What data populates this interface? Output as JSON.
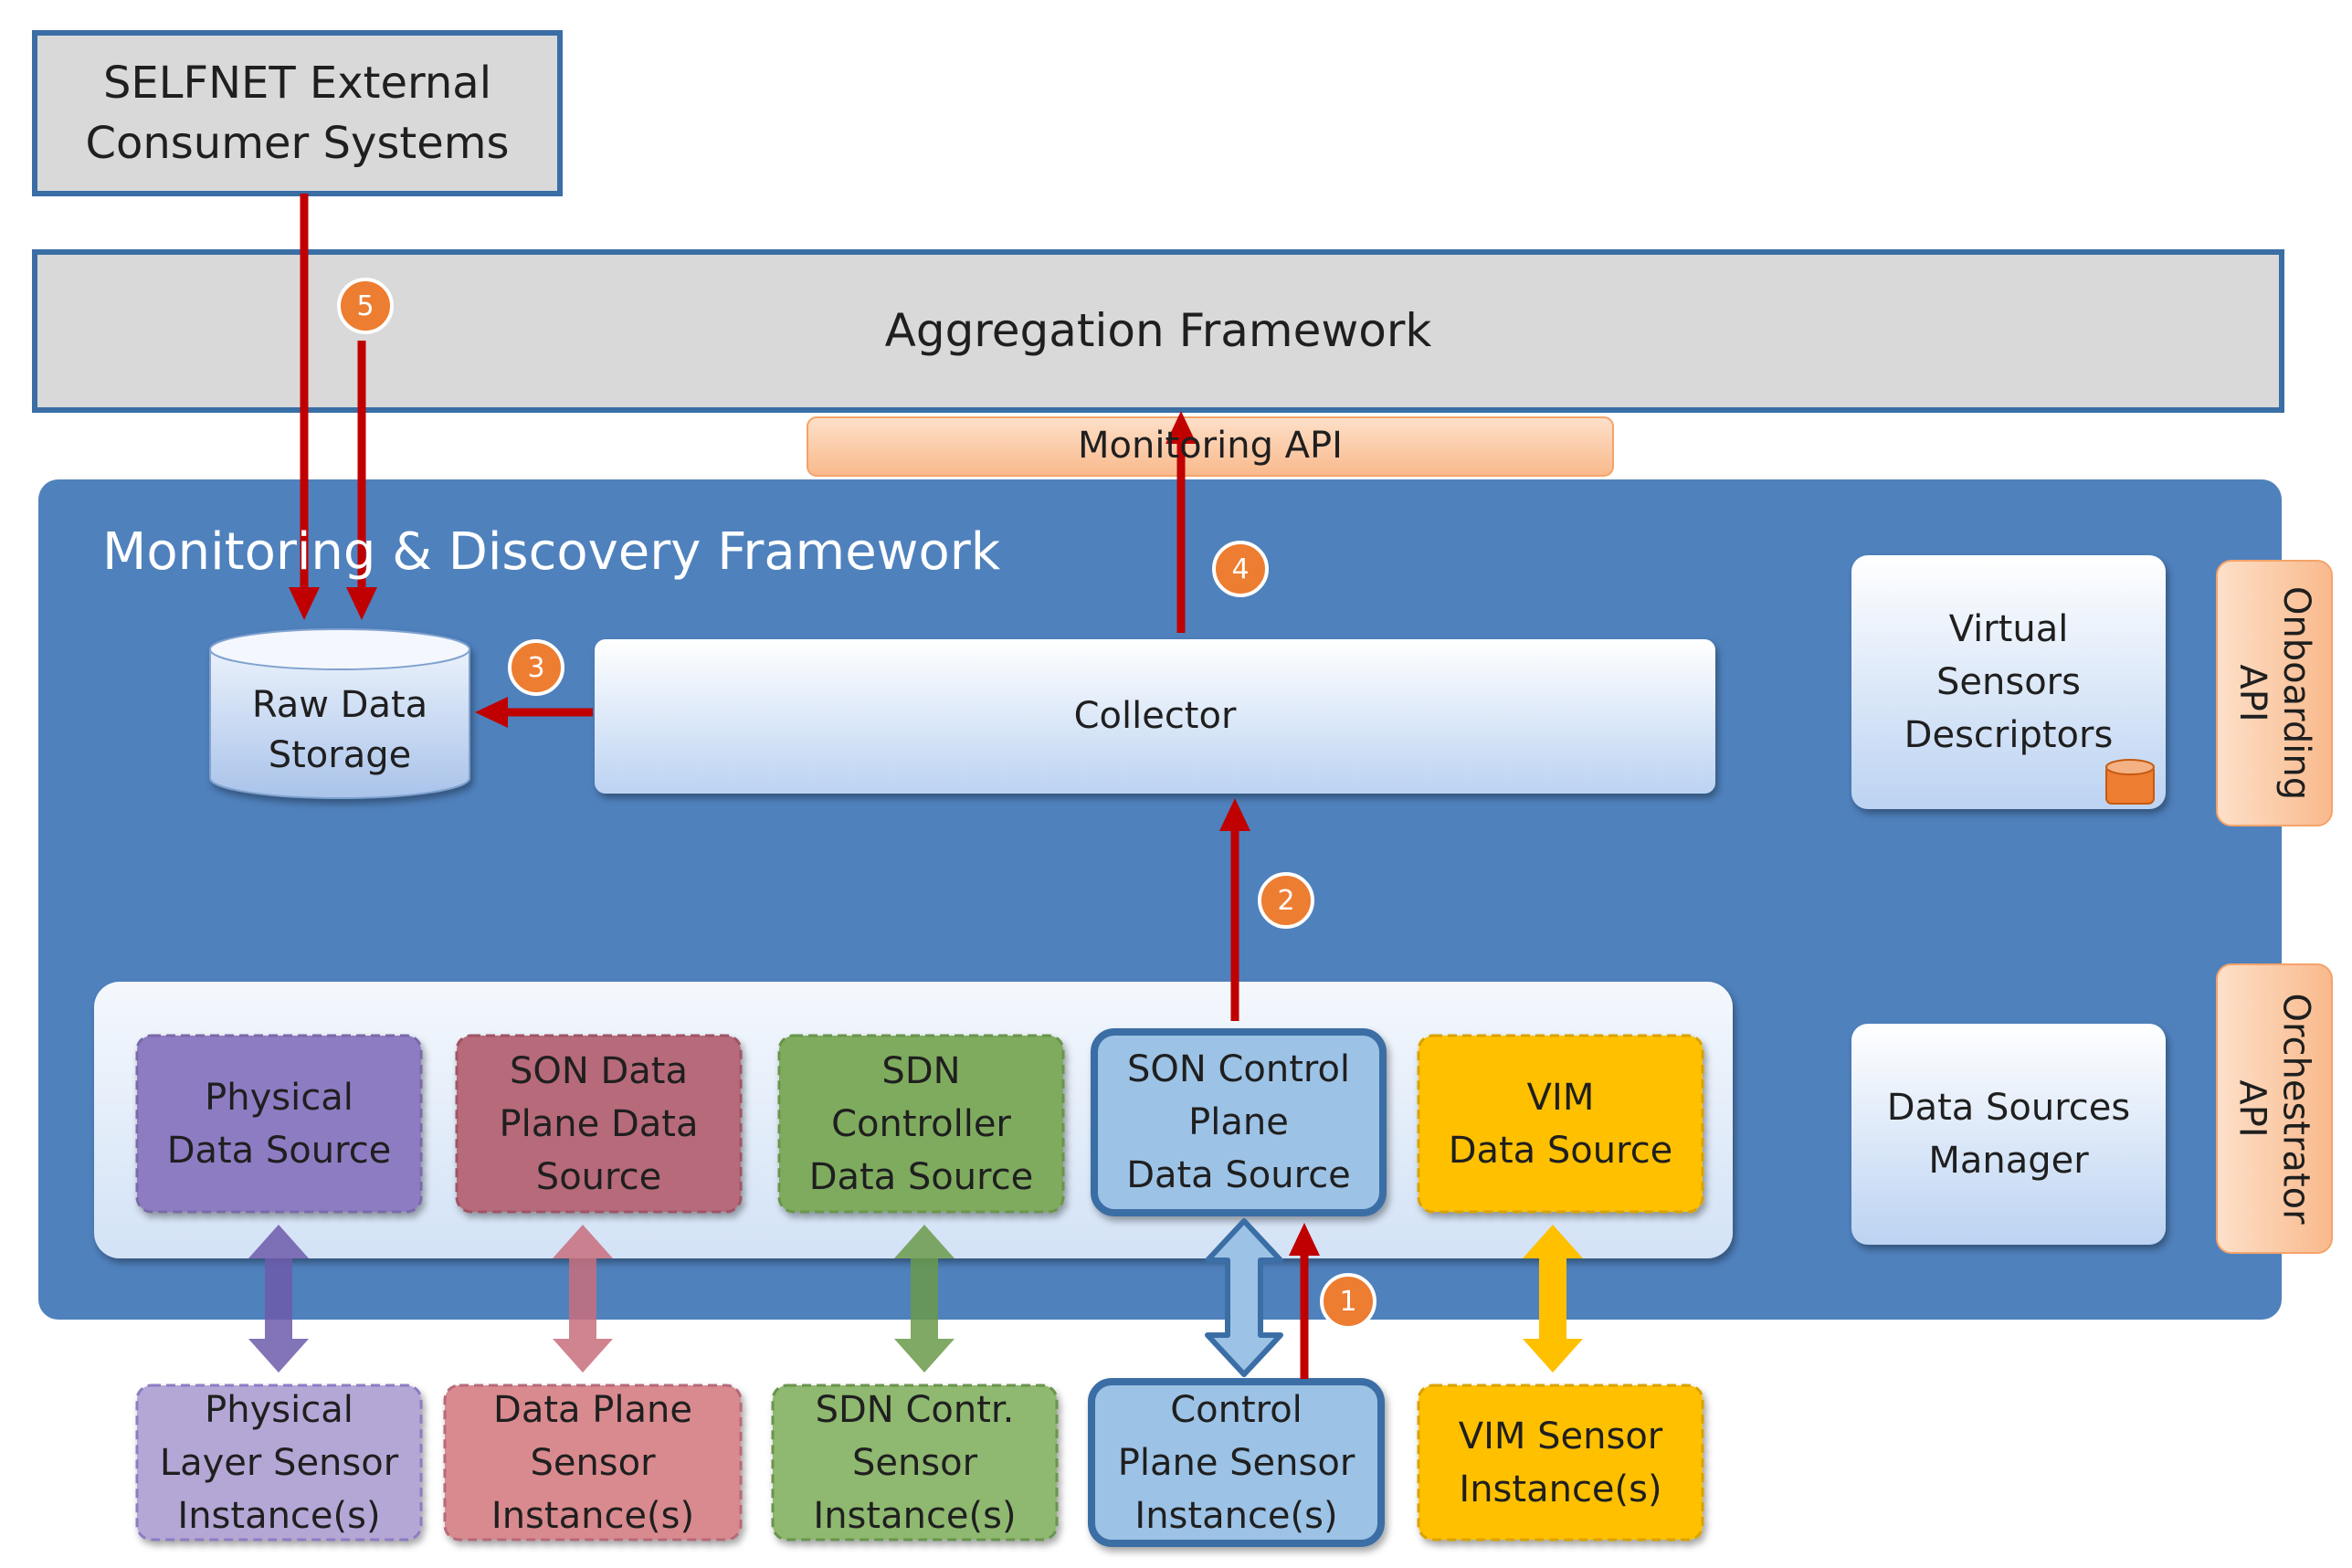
{
  "external": {
    "label": "SELFNET External\nConsumer Systems"
  },
  "aggregation": {
    "label": "Aggregation Framework"
  },
  "monitoring_api": {
    "label": "Monitoring API"
  },
  "framework": {
    "title": "Monitoring & Discovery Framework"
  },
  "storage": {
    "label": "Raw Data\nStorage"
  },
  "collector": {
    "label": "Collector"
  },
  "virtual_sensors": {
    "label": "Virtual\nSensors\nDescriptors"
  },
  "data_sources_manager": {
    "label": "Data Sources\nManager"
  },
  "onboarding_api": {
    "label": "Onboarding\nAPI"
  },
  "orchestrator_api": {
    "label": "Orchestrator\nAPI"
  },
  "data_sources": [
    {
      "label": "Physical\nData Source"
    },
    {
      "label": "SON Data\nPlane Data\nSource"
    },
    {
      "label": "SDN\nController\nData Source"
    },
    {
      "label": "SON Control\nPlane\nData Source"
    },
    {
      "label": "VIM\nData Source"
    }
  ],
  "sensors": [
    {
      "label": "Physical\nLayer Sensor\nInstance(s)"
    },
    {
      "label": "Data Plane\nSensor\nInstance(s)"
    },
    {
      "label": "SDN Contr.\nSensor\nInstance(s)"
    },
    {
      "label": "Control\nPlane Sensor\nInstance(s)"
    },
    {
      "label": "VIM Sensor\nInstance(s)"
    }
  ],
  "steps": [
    "1",
    "2",
    "3",
    "4",
    "5"
  ],
  "colors": {
    "framework_bg": "#4f81bd",
    "grey_box": "#d9d9d9",
    "grey_border": "#3a6ea5",
    "arrow_red": "#c00000",
    "badge_orange": "#ed7d31",
    "api_orange": "#fbc9a4",
    "physical": "#8e7cc3",
    "son_data_plane": "#b66a7a",
    "sdn_controller": "#7fab5e",
    "son_control_plane": "#9cc2e5",
    "vim": "#ffc000"
  }
}
